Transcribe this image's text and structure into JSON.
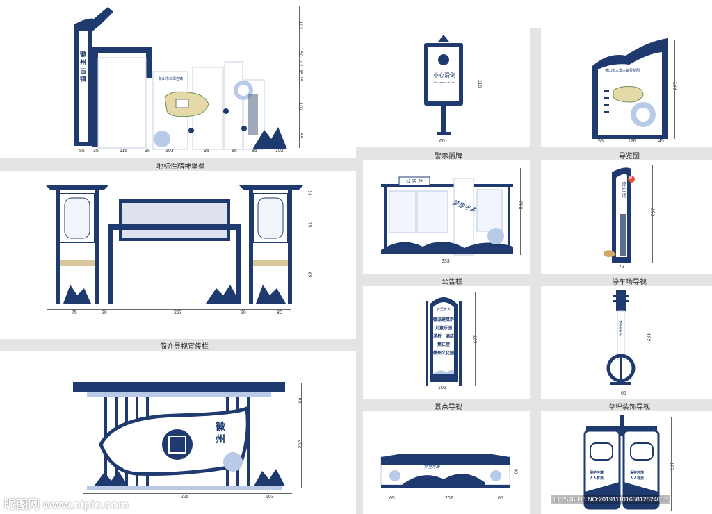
{
  "captions": {
    "landmark": "地标性精神堡垒",
    "warning": "警示插牌",
    "guide_map": "导览图",
    "bulletin": "公告栏",
    "parking": "停车场导视",
    "intro": "简介导视宣传栏",
    "scenic": "景点导视",
    "lawn": "草坪装饰导视"
  },
  "signs": {
    "landmark_vertical": "徽州古镇",
    "landmark_panel_title": "黄山市三潭古镇",
    "warning_title": "小心滑倒",
    "warning_sub": "Be careful of slip",
    "guide_title": "黄山市三潭古镇导览图",
    "bulletin_tag": "公 告 栏",
    "bulletin_calligraphy": "梦里水乡",
    "parking_title": "停车场",
    "parking_p": "P",
    "scenic_top": "梦里水乡",
    "scenic_items": [
      "徽派建筑群",
      "儿童乐园",
      "洋析　酒店",
      "集仁堂",
      "徽州文化园"
    ],
    "lawn_calligraphy": "梦里水乡",
    "gate_big": "徽 州",
    "bench_calligraphy": "梦里水乡",
    "bins_text": [
      "保护环境",
      "人人有责",
      "保护环境",
      "人人有责"
    ]
  },
  "dims": {
    "landmark_bottom": [
      "55",
      "35",
      "115",
      "35",
      "103",
      "95",
      "85",
      "85",
      "102"
    ],
    "landmark_right": [
      "102",
      "50",
      "42",
      "35",
      "35",
      "102",
      "55"
    ],
    "warning_h": "118",
    "warning_w": "60",
    "guide_h": "168",
    "guide_w": [
      "55",
      "126",
      "45"
    ],
    "bulletin_h": "220",
    "bulletin_w": "333",
    "parking_h": "192",
    "parking_w": "72",
    "intro_bottom": [
      "75",
      "20",
      "223",
      "20",
      "80"
    ],
    "intro_right": [
      "33",
      "75",
      "85"
    ],
    "scenic_h": "185",
    "scenic_w": "105",
    "lawn_h": "192",
    "lawn_w": "65",
    "gate_right": [
      "63",
      "202"
    ],
    "gate_bottom": [
      "225",
      "103"
    ],
    "bench_h": "90",
    "bench_w": [
      "65",
      "202",
      "65"
    ],
    "bins_h": "137"
  },
  "watermark": {
    "left": "昵图网 www.nipic.com",
    "right": "ID:2546998 NO:20191110165812824082"
  },
  "colors": {
    "navy": "#1f3a6e",
    "light_blue": "#b9c9e8",
    "band": "#e4e4e4"
  }
}
